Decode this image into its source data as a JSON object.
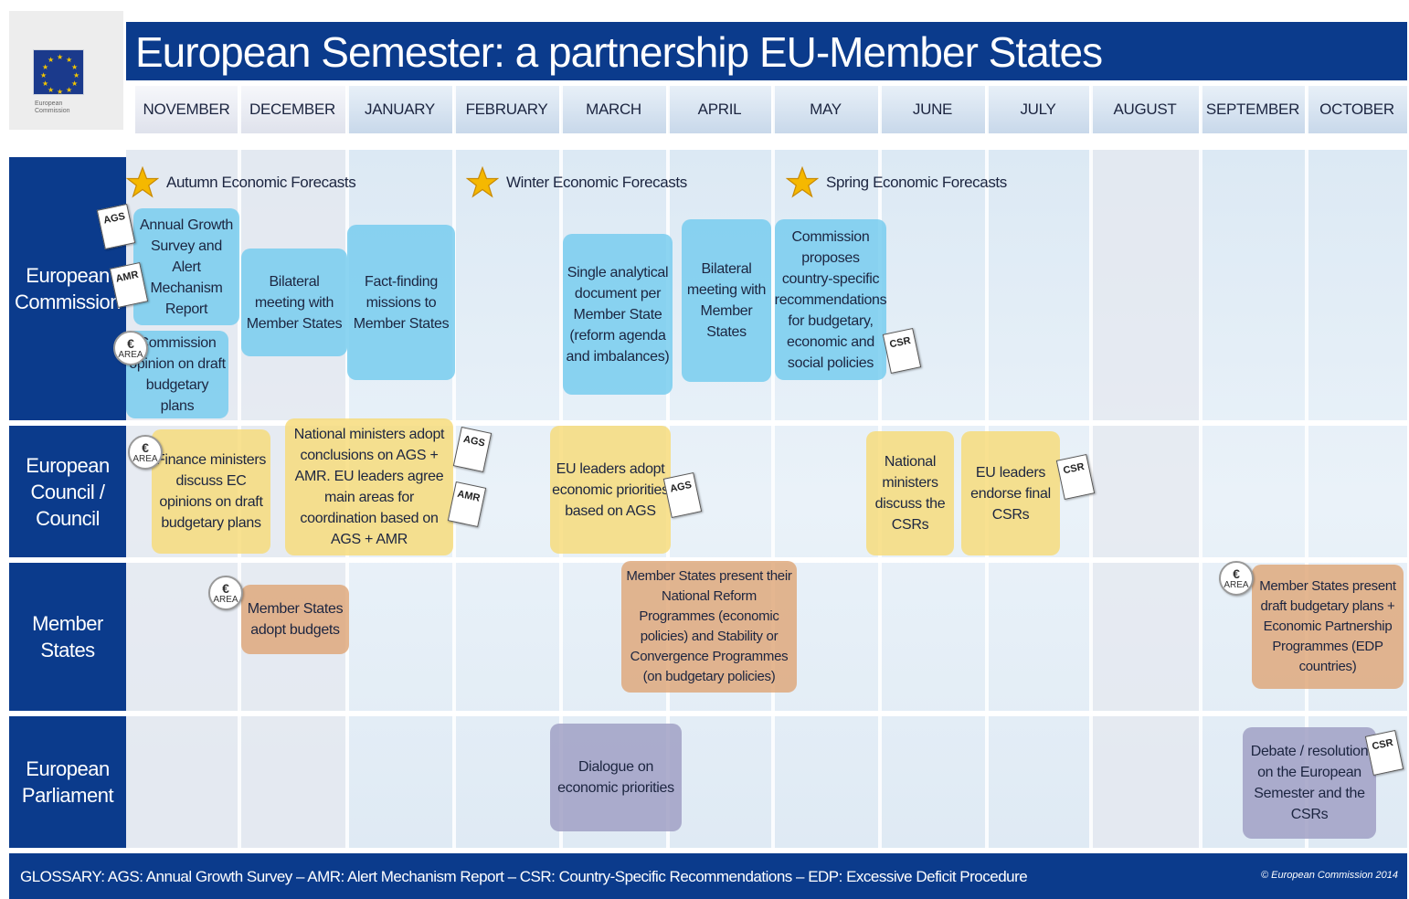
{
  "title": "European Semester: a partnership EU-Member States",
  "logo": {
    "text_line1": "European",
    "text_line2": "Commission"
  },
  "months": [
    "NOVEMBER",
    "DECEMBER",
    "JANUARY",
    "FEBRUARY",
    "MARCH",
    "APRIL",
    "MAY",
    "JUNE",
    "JULY",
    "AUGUST",
    "SEPTEMBER",
    "OCTOBER"
  ],
  "rows": {
    "commission": "European Commission",
    "council": "European Council / Council",
    "member_states": "Member States",
    "parliament": "European Parliament"
  },
  "forecasts": {
    "autumn": "Autumn Economic Forecasts",
    "winter": "Winter Economic Forecasts",
    "spring": "Spring Economic Forecasts"
  },
  "commission_boxes": {
    "ags": "Annual Growth Survey and Alert Mechanism Report",
    "opinion": "Commission opinion on draft budgetary plans",
    "bilateral1": "Bilateral meeting with Member States",
    "fact_finding": "Fact-finding missions to Member States",
    "single_doc": "Single analytical document per Member State (reform agenda and imbalances)",
    "bilateral2": "Bilateral meeting with Member States",
    "csr_proposal": "Commission proposes country-specific recommendations for budgetary, economic and social policies"
  },
  "council_boxes": {
    "finance": "Finance ministers discuss EC opinions on draft budgetary plans",
    "national_ministers": "National ministers adopt conclusions on AGS + AMR. EU leaders agree main areas for coordination based on AGS + AMR",
    "eu_leaders_adopt": "EU leaders adopt economic priorities based on AGS",
    "national_csrs": "National ministers discuss the CSRs",
    "endorse": "EU leaders endorse final CSRs"
  },
  "member_state_boxes": {
    "budgets": "Member States adopt budgets",
    "nrp": "Member States present their National Reform Programmes (economic policies) and Stability or Convergence Programmes (on budgetary policies)",
    "draft_plans": "Member States present draft budgetary plans + Economic Partnership Programmes (EDP countries)"
  },
  "parliament_boxes": {
    "dialogue": "Dialogue on economic priorities",
    "debate": "Debate / resolution on the European Semester and the CSRs"
  },
  "tags": {
    "ags": "AGS",
    "amr": "AMR",
    "csr": "CSR",
    "euro_symbol": "€",
    "euro_area": "AREA"
  },
  "footer": {
    "glossary": "GLOSSARY: AGS: Annual Growth Survey – AMR: Alert Mechanism Report – CSR: Country-Specific Recommendations – EDP: Excessive Deficit Procedure",
    "copyright": "© European Commission 2014"
  },
  "colors": {
    "navy": "#0b3b8c",
    "cyan_box": "#78cdee",
    "yellow_box": "#f6da78",
    "orange_box": "#dea678",
    "purple_box": "#a0a0c4",
    "star": "#f5b800"
  }
}
